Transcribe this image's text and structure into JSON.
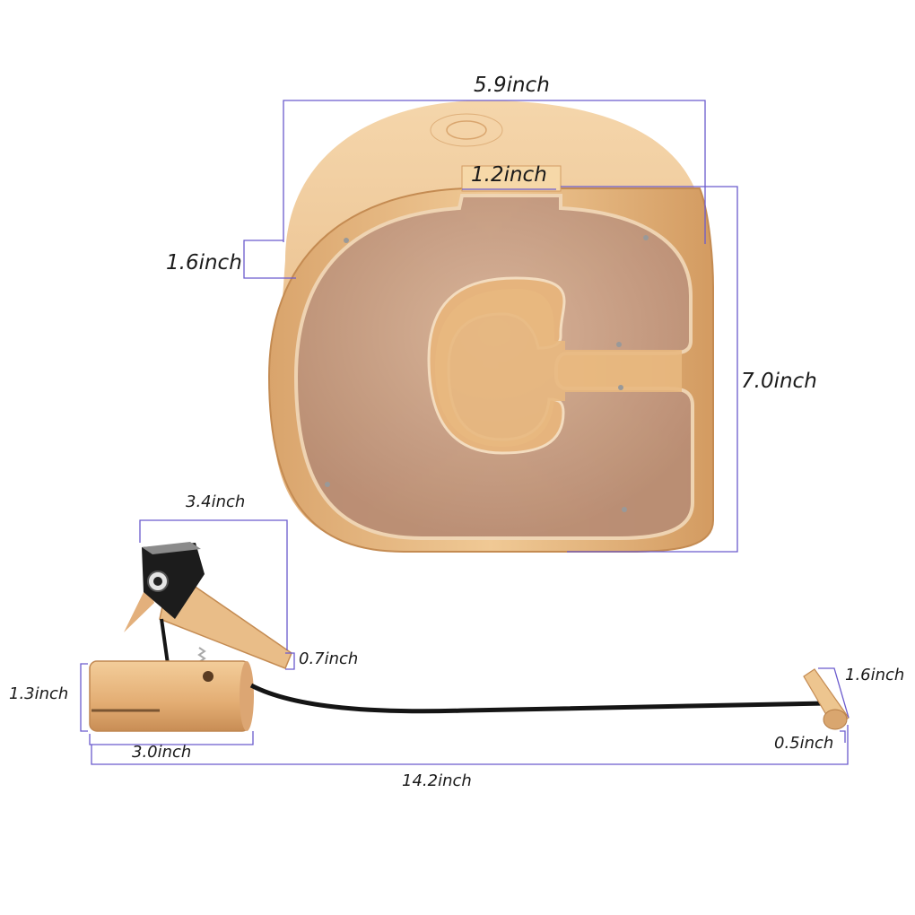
{
  "colors": {
    "dimension_line": "#6a5acd",
    "wood_light": "#f3d3a8",
    "wood_mid": "#e2b07a",
    "wood_dark": "#c88d55",
    "acrylic": "#caa38a",
    "cord": "#151515",
    "bird_head": "#1c1c1c"
  },
  "icons": {
    "bank": "letter-c-wooden-piggy-bank-icon",
    "bird": "woodpecker-toy-icon",
    "base": "wooden-log-base-icon",
    "peg": "wooden-peg-icon"
  },
  "dimensions": {
    "bank_width": "5.9inch",
    "bank_slot": "1.2inch",
    "bank_depth": "1.6inch",
    "bank_height": "7.0inch",
    "bird_length": "3.4inch",
    "bird_thickness": "0.7inch",
    "base_height": "1.3inch",
    "base_length": "3.0inch",
    "total_length": "14.2inch",
    "peg_length": "1.6inch",
    "peg_diameter": "0.5inch"
  }
}
